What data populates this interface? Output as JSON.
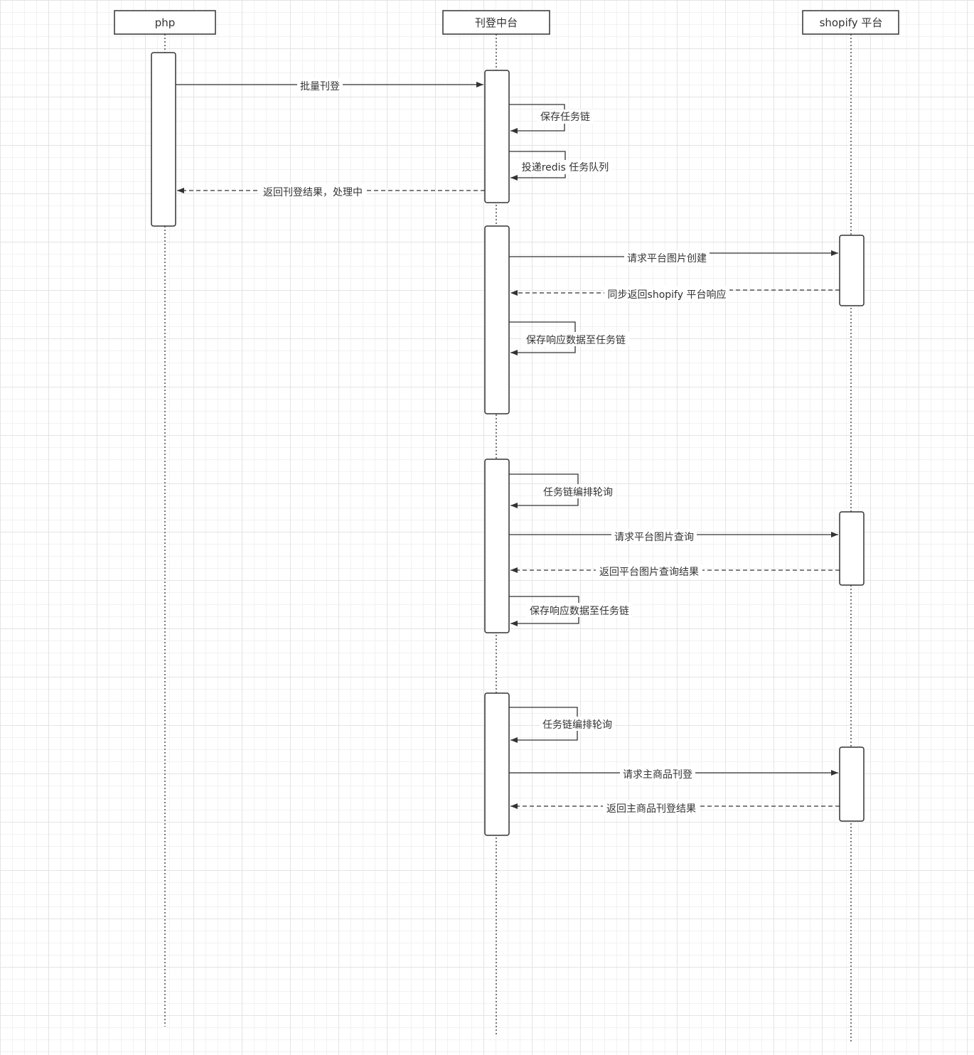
{
  "participants": [
    {
      "id": "php",
      "label": "php"
    },
    {
      "id": "center",
      "label": "刊登中台"
    },
    {
      "id": "shopify",
      "label": "shopify 平台"
    }
  ],
  "messages": [
    {
      "id": "m1",
      "from": "php",
      "to": "center",
      "kind": "sync",
      "label": "批量刊登"
    },
    {
      "id": "m2",
      "from": "center",
      "to": "center",
      "kind": "self",
      "label": "保存任务链"
    },
    {
      "id": "m3",
      "from": "center",
      "to": "center",
      "kind": "self",
      "label": "投递redis 任务队列"
    },
    {
      "id": "m4",
      "from": "center",
      "to": "php",
      "kind": "return",
      "label": "返回刊登结果，处理中"
    },
    {
      "id": "m5",
      "from": "center",
      "to": "shopify",
      "kind": "sync",
      "label": "请求平台图片创建"
    },
    {
      "id": "m6",
      "from": "shopify",
      "to": "center",
      "kind": "return",
      "label": "同步返回shopify 平台响应"
    },
    {
      "id": "m7",
      "from": "center",
      "to": "center",
      "kind": "self",
      "label": "保存响应数据至任务链"
    },
    {
      "id": "m8",
      "from": "center",
      "to": "center",
      "kind": "self",
      "label": "任务链编排轮询"
    },
    {
      "id": "m9",
      "from": "center",
      "to": "shopify",
      "kind": "sync",
      "label": "请求平台图片查询"
    },
    {
      "id": "m10",
      "from": "shopify",
      "to": "center",
      "kind": "return",
      "label": "返回平台图片查询结果"
    },
    {
      "id": "m11",
      "from": "center",
      "to": "center",
      "kind": "self",
      "label": "保存响应数据至任务链"
    },
    {
      "id": "m12",
      "from": "center",
      "to": "center",
      "kind": "self",
      "label": "任务链编排轮询"
    },
    {
      "id": "m13",
      "from": "center",
      "to": "shopify",
      "kind": "sync",
      "label": "请求主商品刊登"
    },
    {
      "id": "m14",
      "from": "shopify",
      "to": "center",
      "kind": "return",
      "label": "返回主商品刊登结果"
    }
  ],
  "colors": {
    "line": "#333333",
    "box_fill": "#ffffff",
    "text": "#333333"
  }
}
